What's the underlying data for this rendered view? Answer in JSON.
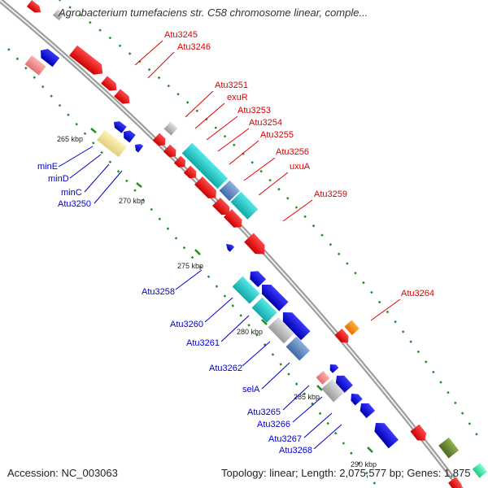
{
  "title": "Agrobacterium tumefaciens str. C58 chromosome linear, comple...",
  "footer": {
    "accession": "Accession: NC_003063",
    "summary": "Topology: linear; Length: 2,075,577 bp; Genes: 1,875"
  },
  "scale_labels": [
    "265 kbp",
    "270 kbp",
    "275 kbp",
    "280 kbp",
    "285 kbp",
    "290 kbp"
  ],
  "genes_forward": [
    "Atu3245",
    "Atu3246",
    "Atu3251",
    "exuR",
    "Atu3253",
    "Atu3254",
    "Atu3255",
    "Atu3256",
    "uxuA",
    "Atu3259",
    "Atu3264"
  ],
  "genes_reverse": [
    "minE",
    "minD",
    "minC",
    "Atu3250",
    "Atu3258",
    "Atu3260",
    "Atu3261",
    "Atu3262",
    "selA",
    "Atu3265",
    "Atu3266",
    "Atu3267",
    "Atu3268"
  ],
  "colors": {
    "forward_label": "#dd0000",
    "reverse_label": "#0000cc",
    "backbone": "#999999",
    "tick": "#228b22"
  }
}
